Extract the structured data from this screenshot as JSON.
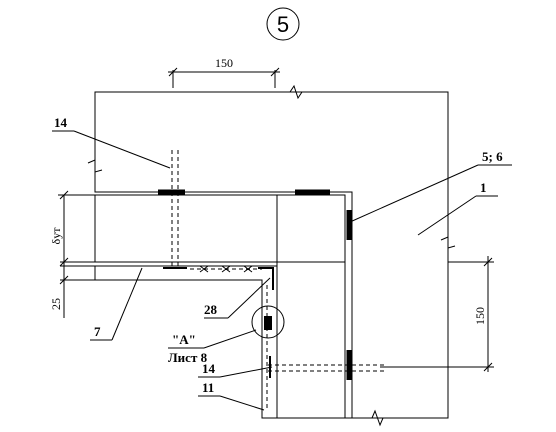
{
  "detail_number": "5",
  "dimensions": {
    "top_width": "150",
    "insulation_thickness": "δут",
    "plaster_thickness": "25",
    "right_height": "150"
  },
  "callouts": {
    "wall": "1",
    "profile": "5; 6",
    "render_mesh": "7",
    "plaster_layer": "11",
    "dowel_top": "14",
    "dowel_bottom": "14",
    "corner_profile": "28"
  },
  "detail_ref": {
    "name": "\"А\"",
    "sheet": "Лист 8"
  }
}
